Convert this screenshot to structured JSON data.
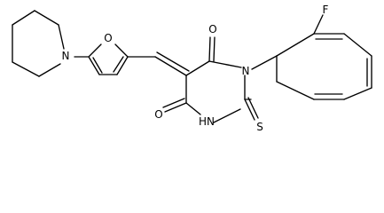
{
  "colors": {
    "bond": "#000000",
    "background": "#ffffff"
  },
  "atom_labels": {
    "piperidine_n": "N",
    "furan_o": "O",
    "carbonyl_o_top": "O",
    "carbonyl_o_bottom": "O",
    "ring_n": "N",
    "nh": "HN",
    "thione_s": "S",
    "fluorine": "F"
  }
}
